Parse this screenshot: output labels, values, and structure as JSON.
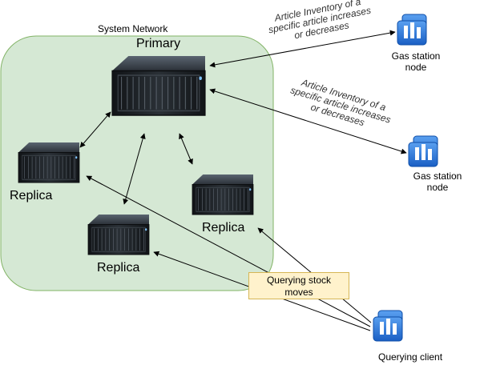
{
  "network": {
    "title": "System Network"
  },
  "servers": {
    "primary": {
      "label": "Primary"
    },
    "replica_left": {
      "label": "Replica"
    },
    "replica_mid": {
      "label": "Replica"
    },
    "replica_right": {
      "label": "Replica"
    }
  },
  "gas_station_1": {
    "label_line1": "Gas station",
    "label_line2": "node",
    "edge_label": [
      "Article Inventory of a",
      "specific article increases",
      "or decreases"
    ]
  },
  "gas_station_2": {
    "label_line1": "Gas station",
    "label_line2": "node",
    "edge_label": [
      "Article Inventory of a",
      "specific article increases",
      "or decreases"
    ]
  },
  "client": {
    "label": "Querying client"
  },
  "query_note": {
    "line1": "Querying stock",
    "line2": "moves"
  },
  "colors": {
    "network_fill": "#d5e8d4",
    "network_stroke": "#82b366",
    "note_fill": "#fff2cc",
    "note_stroke": "#d6b656",
    "node_blue": "#1c6fd6"
  }
}
